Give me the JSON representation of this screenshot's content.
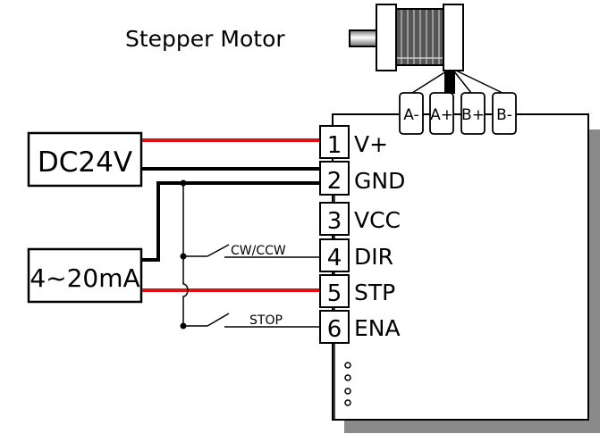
{
  "title": "Stepper Motor",
  "colors": {
    "signal_wire": "#e01010",
    "ground_wire": "#000000",
    "shadow": "#8a8a8a"
  },
  "motor": {
    "label": "Stepper Motor",
    "terminals": [
      "A-",
      "A+",
      "B+",
      "B-"
    ]
  },
  "sources": {
    "power": "DC24V",
    "current_loop": "4~20mA"
  },
  "pins": [
    {
      "num": "1",
      "name": "V+"
    },
    {
      "num": "2",
      "name": "GND"
    },
    {
      "num": "3",
      "name": "VCC"
    },
    {
      "num": "4",
      "name": "DIR"
    },
    {
      "num": "5",
      "name": "STP"
    },
    {
      "num": "6",
      "name": "ENA"
    }
  ],
  "switches": {
    "direction": "CW/CCW",
    "stop": "STOP"
  }
}
